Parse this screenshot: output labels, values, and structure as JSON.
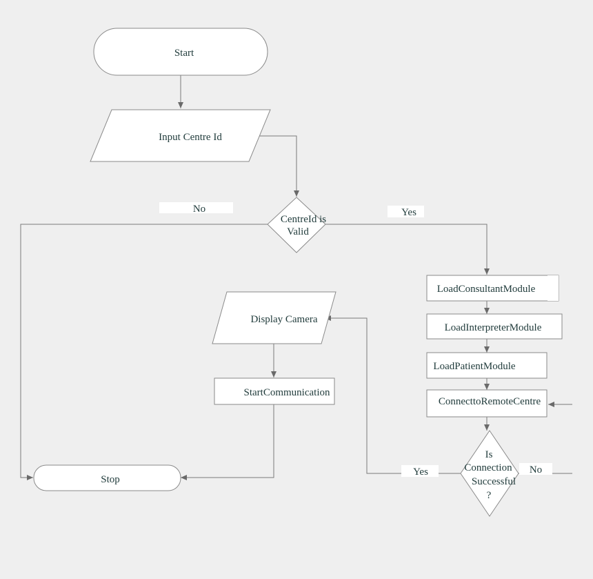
{
  "nodes": {
    "start": "Start",
    "input_centre_id": "Input Centre Id",
    "decision_valid": [
      "CentreId is",
      "Valid"
    ],
    "load_consultant": "LoadConsultantModule",
    "load_interpreter": "LoadInterpreterModule",
    "load_patient": "LoadPatientModule",
    "connect_remote": "ConnecttoRemoteCentre",
    "decision_connection": [
      "Is",
      "Connection",
      "Successful",
      "?"
    ],
    "display_camera": "Display Camera",
    "start_communication": "StartCommunication",
    "stop": "Stop"
  },
  "edge_labels": {
    "valid_no": "No",
    "valid_yes": "Yes",
    "connection_yes": "Yes",
    "connection_no": "No"
  }
}
